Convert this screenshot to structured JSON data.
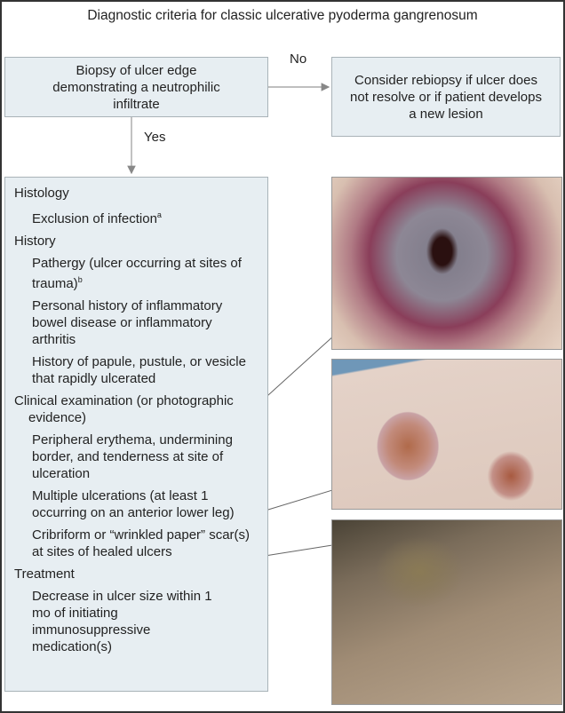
{
  "title": "Diagnostic criteria for classic ulcerative pyoderma gangrenosum",
  "biopsy_box": "Biopsy of ulcer edge demonstrating a neutrophilic infiltrate",
  "no_label": "No",
  "yes_label": "Yes",
  "rebiopsy_box": "Consider rebiopsy if ulcer does not resolve or if patient develops a new lesion",
  "criteria": {
    "histology": {
      "heading": "Histology",
      "items": [
        {
          "text": "Exclusion of infection",
          "sup": "a"
        }
      ]
    },
    "history": {
      "heading": "History",
      "items": [
        {
          "text": "Pathergy (ulcer occurring at sites of trauma)",
          "sup": "b"
        },
        {
          "text": "Personal history of inflammatory bowel disease or inflammatory arthritis"
        },
        {
          "text": "History of papule, pustule, or vesicle that rapidly ulcerated"
        }
      ]
    },
    "clinical": {
      "heading": "Clinical examination (or photographic evidence)",
      "items": [
        {
          "text": "Peripheral erythema, undermining border, and tenderness at site of ulceration"
        },
        {
          "text": "Multiple ulcerations (at least 1 occurring on an anterior lower leg)"
        },
        {
          "text": "Cribriform or “wrinkled paper” scar(s) at sites of healed ulcers"
        }
      ]
    },
    "treatment": {
      "heading": "Treatment",
      "items": [
        {
          "text": "Decrease in ulcer size within 1 mo of initiating immunosuppressive medication(s)"
        }
      ]
    }
  }
}
